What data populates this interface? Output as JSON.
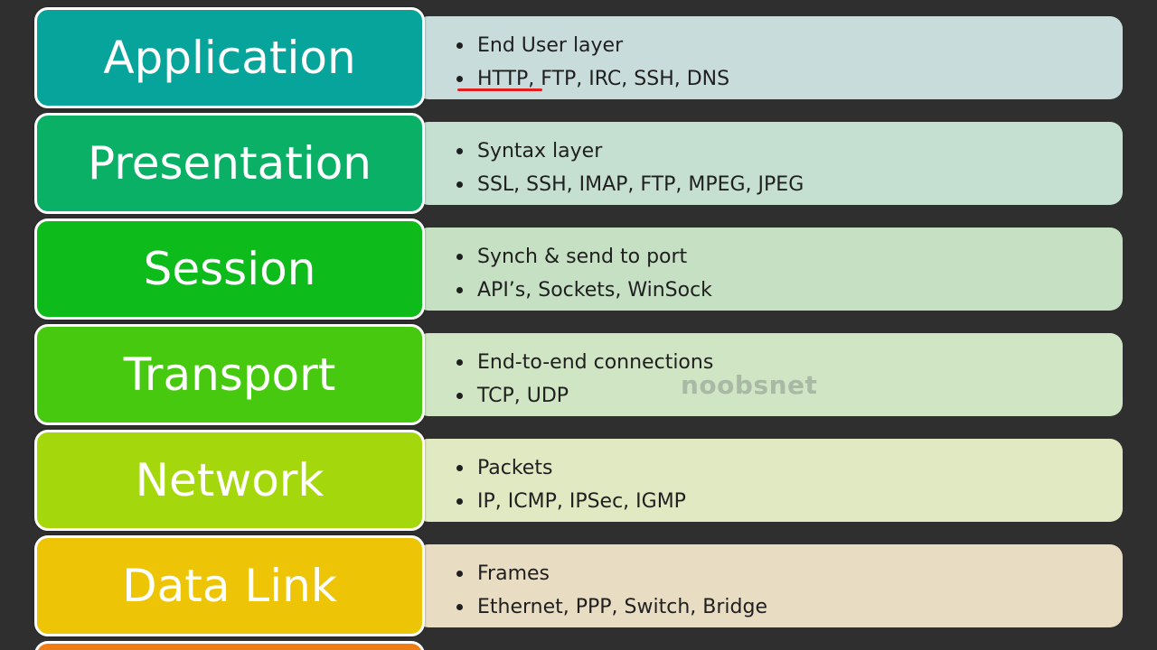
{
  "layers": [
    {
      "name": "Application",
      "color": "#06a49a",
      "desc_color": "#c8dcdb",
      "items": [
        "End User layer",
        "HTTP, FTP, IRC, SSH, DNS"
      ]
    },
    {
      "name": "Presentation",
      "color": "#0bb067",
      "desc_color": "#c5dfd1",
      "items": [
        "Syntax layer",
        "SSL, SSH, IMAP, FTP, MPEG, JPEG"
      ]
    },
    {
      "name": "Session",
      "color": "#0dbb1b",
      "desc_color": "#c6e0c3",
      "items": [
        "Synch & send to port",
        "API’s, Sockets, WinSock"
      ]
    },
    {
      "name": "Transport",
      "color": "#46c90e",
      "desc_color": "#cfe5c3",
      "items": [
        "End-to-end connections",
        "TCP, UDP"
      ]
    },
    {
      "name": "Network",
      "color": "#a4d80c",
      "desc_color": "#e1e9c3",
      "items": [
        "Packets",
        "IP, ICMP, IPSec, IGMP"
      ]
    },
    {
      "name": "Data Link",
      "color": "#edc406",
      "desc_color": "#e8dcc3",
      "items": [
        "Frames",
        "Ethernet, PPP, Switch, Bridge"
      ]
    }
  ],
  "partial_layer_color": "#ef7d16",
  "highlight_color": "#e02020",
  "watermark": "noobsnet"
}
